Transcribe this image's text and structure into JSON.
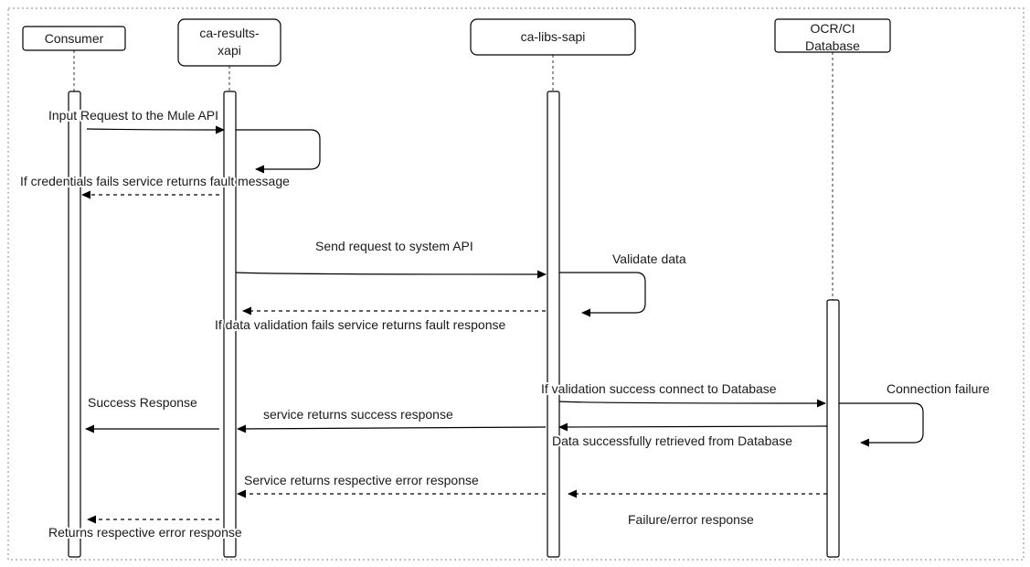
{
  "participants": [
    {
      "id": "consumer",
      "lines": [
        "Consumer"
      ]
    },
    {
      "id": "xapi",
      "lines": [
        "ca-results-",
        "xapi"
      ]
    },
    {
      "id": "sapi",
      "lines": [
        "ca-libs-sapi"
      ]
    },
    {
      "id": "db",
      "lines": [
        "OCR/CI",
        "Database"
      ]
    }
  ],
  "messages": {
    "input_request": "Input Request to the Mule API",
    "credentials_fail": "If credentials fails service returns fault message",
    "send_request": "Send request to system API",
    "validate_data": "Validate data",
    "validation_fails": "If data validation fails service returns fault response",
    "validation_success": "If validation success connect to Database",
    "connection_failure": "Connection failure",
    "success_response": "Success Response",
    "service_success": "service returns success response",
    "data_retrieved": "Data successfully retrieved from Database",
    "service_error": "Service returns respective error response",
    "failure_error": "Failure/error response",
    "returns_error": "Returns respective error response"
  }
}
